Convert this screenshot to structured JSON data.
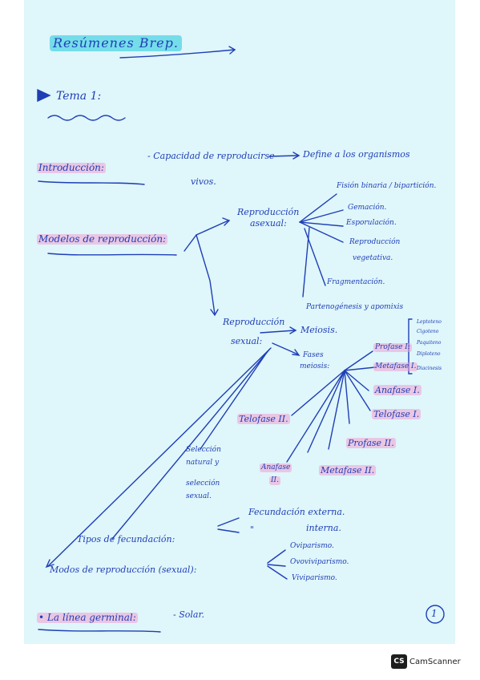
{
  "page": {
    "title": "Resúmenes Brep.",
    "section": "Tema 1:",
    "intro": {
      "label": "Introducción:",
      "text_line1": "- Capacidad de reproducirse",
      "text_line2": "Define a los organismos",
      "text_line3": "vivos."
    },
    "modelos": {
      "label": "Modelos de reproducción:",
      "asexual_line1": "Reproducción",
      "asexual_line2": "asexual:",
      "asexual_items": [
        "Fisión binaria / bipartición.",
        "Gemación.",
        "Esporulación.",
        "Reproducción",
        "vegetativa.",
        "Fragmentación."
      ],
      "partenogenesis": "Partenogénesis y apomixis",
      "sexual_line1": "Reproducción",
      "sexual_line2": "sexual:",
      "meiosis": "Meiosis.",
      "fases_line1": "Fases",
      "fases_line2": "meiosis:",
      "profase1": "Profase I:",
      "metafase1": "Metafase I.",
      "anafase1": "Anafase I.",
      "telofase1": "Telofase I.",
      "profase2": "Profase II.",
      "metafase2": "Metafase II.",
      "anafase2_line1": "Anafase",
      "anafase2_line2": "II.",
      "telofase2": "Telofase II.",
      "profase_subphases": [
        "Leptoteno",
        "Cigoteno",
        "Paquiteno",
        "Diploteno",
        "Diacinesis"
      ],
      "seleccion": [
        "Selección",
        "natural y",
        "selección",
        "sexual."
      ],
      "fecundacion": {
        "label": "Tipos de fecundación:",
        "items": [
          "Fecundación externa.",
          "interna."
        ],
        "ditto": "\""
      },
      "modos": {
        "label": "Modos de reproducción (sexual):",
        "items": [
          "Oviparismo.",
          "Ovoviviparismo.",
          "Viviparismo."
        ]
      }
    },
    "linea": {
      "label": "• La línea germinal:",
      "text": "- Solar."
    },
    "page_number": "1"
  },
  "watermark": {
    "logo": "CS",
    "text": "CamScanner"
  },
  "colors": {
    "ink": "#1f3fb5",
    "paper": "#dff6fb",
    "highlight_pink": "#f0a0d2",
    "highlight_cyan": "#5ad7e6"
  }
}
